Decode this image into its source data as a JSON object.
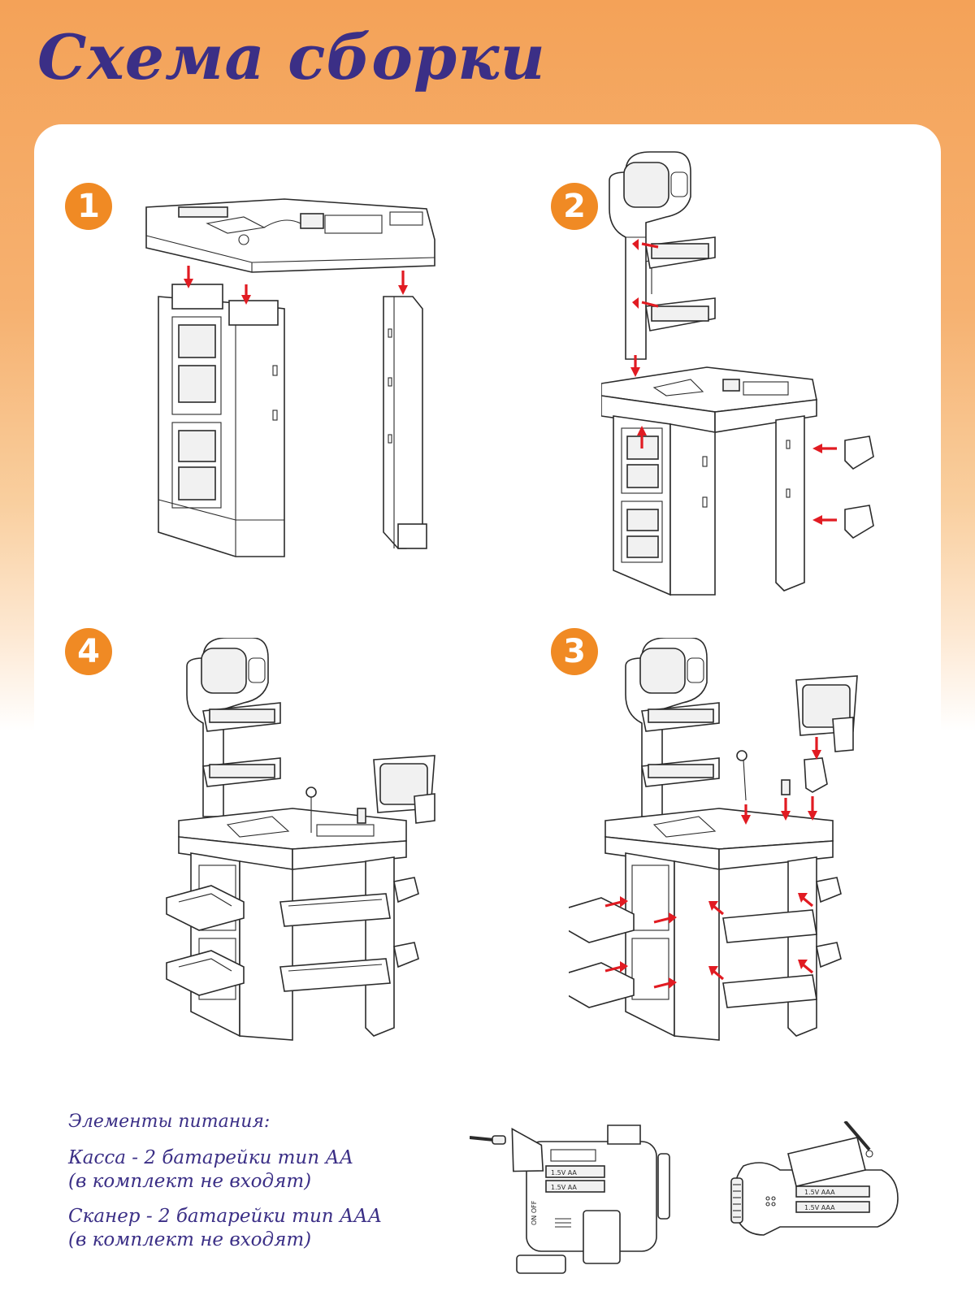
{
  "title": "Схема сборки",
  "steps": [
    {
      "label": "1"
    },
    {
      "label": "2"
    },
    {
      "label": "4"
    },
    {
      "label": "3"
    }
  ],
  "power": {
    "heading": "Элементы питания:",
    "items": [
      {
        "line1": "Касса - 2 батарейки тип АА",
        "line2": "(в комплект не входят)"
      },
      {
        "line1": "Сканер - 2 батарейки тип ААА",
        "line2": "(в комплект не входят)"
      }
    ]
  },
  "battery_labels": {
    "register": [
      "1.5V AA",
      "1.5V AA"
    ],
    "register_switch": "ON OFF",
    "scanner": [
      "1.5V AAA",
      "1.5V AAA"
    ]
  },
  "colors": {
    "accent": "#f08a24",
    "title_text": "#3b2f86",
    "arrow": "#e11b22",
    "header_orange": "#f4a258"
  }
}
